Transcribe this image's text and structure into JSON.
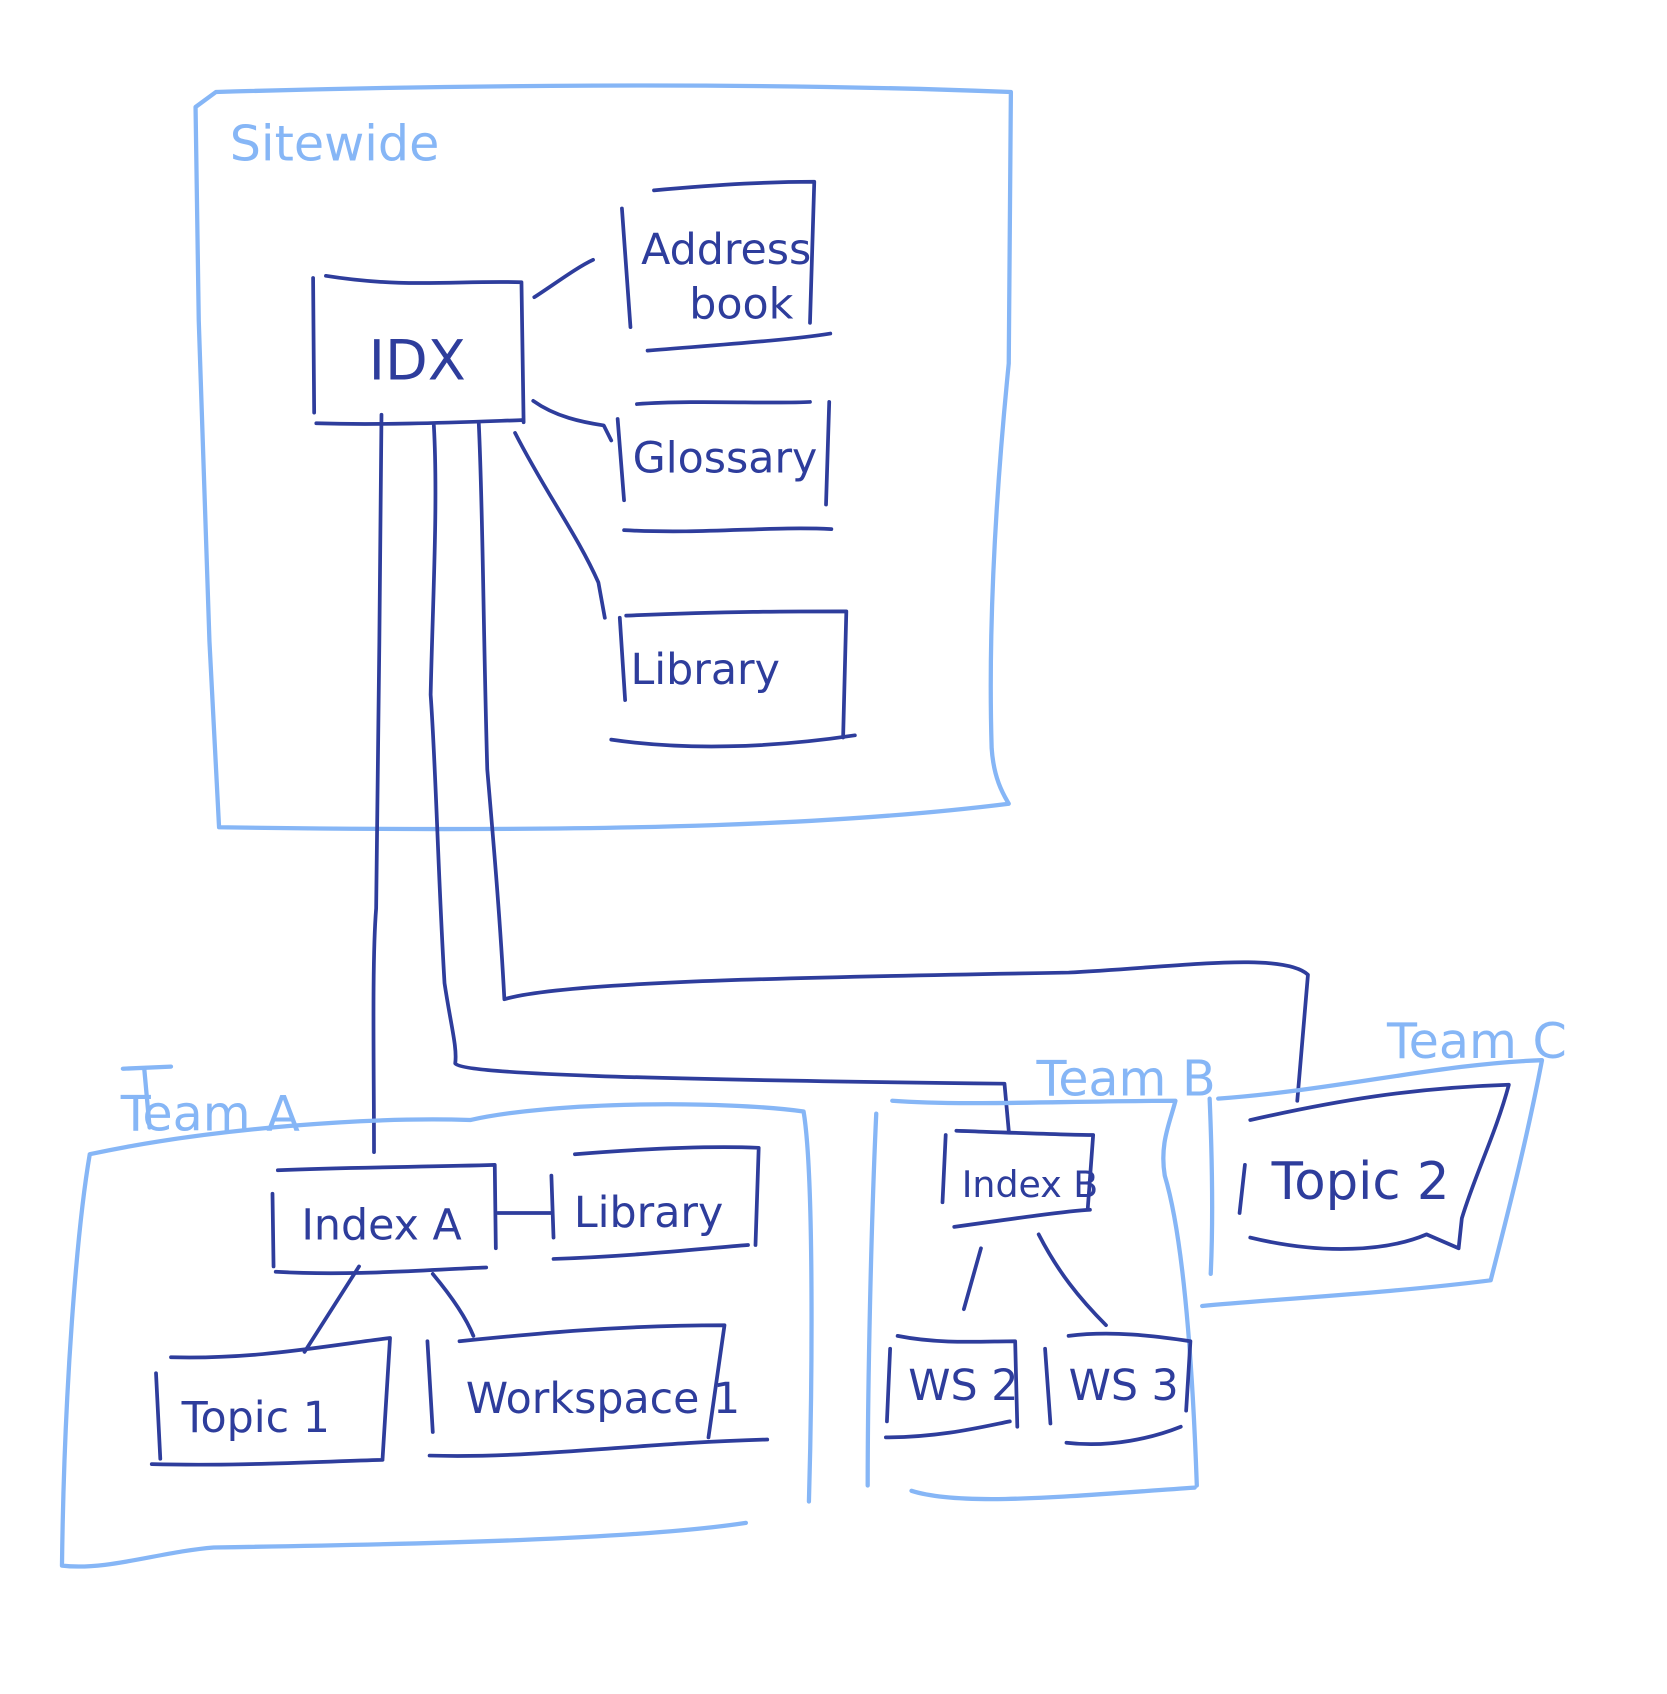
{
  "groups": {
    "sitewide": "Sitewide",
    "team_a": "Team A",
    "team_b": "Team B",
    "team_c": "Team C"
  },
  "nodes": {
    "idx": "IDX",
    "address_book_line1": "Address",
    "address_book_line2": "book",
    "glossary": "Glossary",
    "library_sitewide": "Library",
    "index_a": "Index A",
    "library_team_a": "Library",
    "topic_1": "Topic 1",
    "workspace_1": "Workspace 1",
    "index_b": "Index B",
    "ws2": "WS 2",
    "ws3": "WS 3",
    "topic_2": "Topic 2"
  },
  "colors": {
    "group_outline": "#86b6f6",
    "node_outline": "#2e3d9c"
  }
}
